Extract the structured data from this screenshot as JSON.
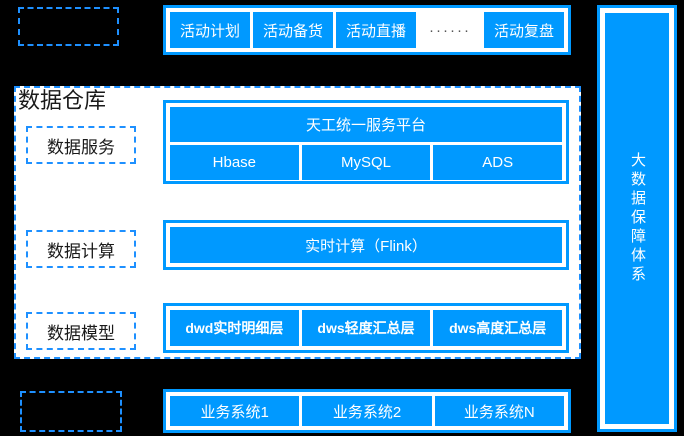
{
  "colors": {
    "background": "#000000",
    "primary_blue": "#0099FF",
    "dashed_blue": "#1E90FF",
    "panel_white": "#FFFFFF",
    "text_dark": "#1A1A1A"
  },
  "top_bar": {
    "items": [
      {
        "label": "活动计划"
      },
      {
        "label": "活动备货"
      },
      {
        "label": "活动直播"
      }
    ],
    "ellipsis": "······",
    "last_item": {
      "label": "活动复盘"
    }
  },
  "warehouse": {
    "title": "数据仓库",
    "layers": [
      {
        "label": "数据服务",
        "platform": "天工统一服务平台",
        "stores": [
          {
            "label": "Hbase"
          },
          {
            "label": "MySQL"
          },
          {
            "label": "ADS"
          }
        ]
      },
      {
        "label": "数据计算",
        "engine": "实时计算（Flink）"
      },
      {
        "label": "数据模型",
        "models": [
          {
            "label": "dwd实时明细层"
          },
          {
            "label": "dws轻度汇总层"
          },
          {
            "label": "dws高度汇总层"
          }
        ]
      }
    ]
  },
  "bottom_bar": {
    "items": [
      {
        "label": "业务系统1"
      },
      {
        "label": "业务系统2"
      },
      {
        "label": "业务系统N"
      }
    ]
  },
  "right_column": {
    "label": "大数据保障体系"
  },
  "placeholders": {
    "top_left": "",
    "bottom_left": ""
  }
}
